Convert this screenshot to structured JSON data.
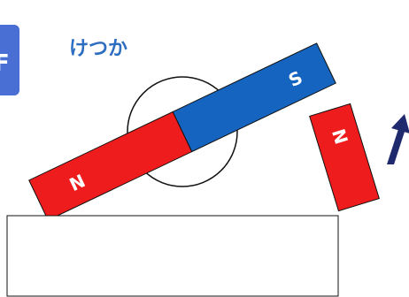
{
  "header": {
    "tab_char": "F",
    "title": "けつか"
  },
  "magnets": {
    "main": {
      "left_pole": "N",
      "right_pole": "S"
    },
    "side": {
      "pole": "N"
    }
  },
  "colors": {
    "north": "#ee1c1c",
    "south": "#1565c0",
    "tab": "#4a6fd4",
    "title": "#2e6ec0",
    "arrow": "#1f2a6e"
  },
  "answer_box": {
    "value": ""
  }
}
